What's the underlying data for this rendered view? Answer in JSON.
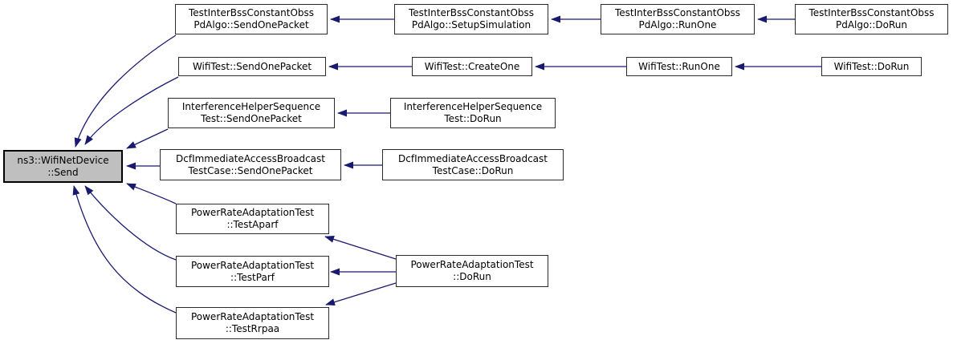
{
  "diagram": {
    "kind": "doxygen-call-graph",
    "edge_color": "#191970",
    "node_fill": "#ffffff",
    "highlight_fill": "#bfbfbf"
  },
  "nodes": [
    {
      "id": "ns3-wifinetdevice-send",
      "line1": "ns3::WifiNetDevice",
      "line2": "::Send",
      "highlighted": true
    },
    {
      "id": "tibcopdalgo-sendonepacket",
      "line1": "TestInterBssConstantObss",
      "line2": "PdAlgo::SendOnePacket"
    },
    {
      "id": "tibcopdalgo-setupsimulation",
      "line1": "TestInterBssConstantObss",
      "line2": "PdAlgo::SetupSimulation"
    },
    {
      "id": "tibcopdalgo-runone",
      "line1": "TestInterBssConstantObss",
      "line2": "PdAlgo::RunOne"
    },
    {
      "id": "tibcopdalgo-dorun",
      "line1": "TestInterBssConstantObss",
      "line2": "PdAlgo::DoRun"
    },
    {
      "id": "wifitest-sendonepacket",
      "line1": "WifiTest::SendOnePacket"
    },
    {
      "id": "wifitest-createone",
      "line1": "WifiTest::CreateOne"
    },
    {
      "id": "wifitest-runone",
      "line1": "WifiTest::RunOne"
    },
    {
      "id": "wifitest-dorun",
      "line1": "WifiTest::DoRun"
    },
    {
      "id": "ihstest-sendonepacket",
      "line1": "InterferenceHelperSequence",
      "line2": "Test::SendOnePacket"
    },
    {
      "id": "ihstest-dorun",
      "line1": "InterferenceHelperSequence",
      "line2": "Test::DoRun"
    },
    {
      "id": "dcftestcase-sendonepacket",
      "line1": "DcfImmediateAccessBroadcast",
      "line2": "TestCase::SendOnePacket"
    },
    {
      "id": "dcftestcase-dorun",
      "line1": "DcfImmediateAccessBroadcast",
      "line2": "TestCase::DoRun"
    },
    {
      "id": "pra-testaparf",
      "line1": "PowerRateAdaptationTest",
      "line2": "::TestAparf"
    },
    {
      "id": "pra-testparf",
      "line1": "PowerRateAdaptationTest",
      "line2": "::TestParf"
    },
    {
      "id": "pra-dorun",
      "line1": "PowerRateAdaptationTest",
      "line2": "::DoRun"
    },
    {
      "id": "pra-testrrpaa",
      "line1": "PowerRateAdaptationTest",
      "line2": "::TestRrpaa"
    }
  ],
  "edges": [
    {
      "from": "tibcopdalgo-setupsimulation",
      "to": "tibcopdalgo-sendonepacket"
    },
    {
      "from": "tibcopdalgo-runone",
      "to": "tibcopdalgo-setupsimulation"
    },
    {
      "from": "tibcopdalgo-dorun",
      "to": "tibcopdalgo-runone"
    },
    {
      "from": "wifitest-createone",
      "to": "wifitest-sendonepacket"
    },
    {
      "from": "wifitest-runone",
      "to": "wifitest-createone"
    },
    {
      "from": "wifitest-dorun",
      "to": "wifitest-runone"
    },
    {
      "from": "ihstest-dorun",
      "to": "ihstest-sendonepacket"
    },
    {
      "from": "dcftestcase-dorun",
      "to": "dcftestcase-sendonepacket"
    },
    {
      "from": "pra-dorun",
      "to": "pra-testparf"
    },
    {
      "from": "pra-dorun",
      "to": "pra-testaparf"
    },
    {
      "from": "pra-dorun",
      "to": "pra-testrrpaa"
    },
    {
      "from": "tibcopdalgo-sendonepacket",
      "to": "ns3-wifinetdevice-send"
    },
    {
      "from": "wifitest-sendonepacket",
      "to": "ns3-wifinetdevice-send"
    },
    {
      "from": "ihstest-sendonepacket",
      "to": "ns3-wifinetdevice-send"
    },
    {
      "from": "dcftestcase-sendonepacket",
      "to": "ns3-wifinetdevice-send"
    },
    {
      "from": "pra-testaparf",
      "to": "ns3-wifinetdevice-send"
    },
    {
      "from": "pra-testparf",
      "to": "ns3-wifinetdevice-send"
    },
    {
      "from": "pra-testrrpaa",
      "to": "ns3-wifinetdevice-send"
    }
  ]
}
